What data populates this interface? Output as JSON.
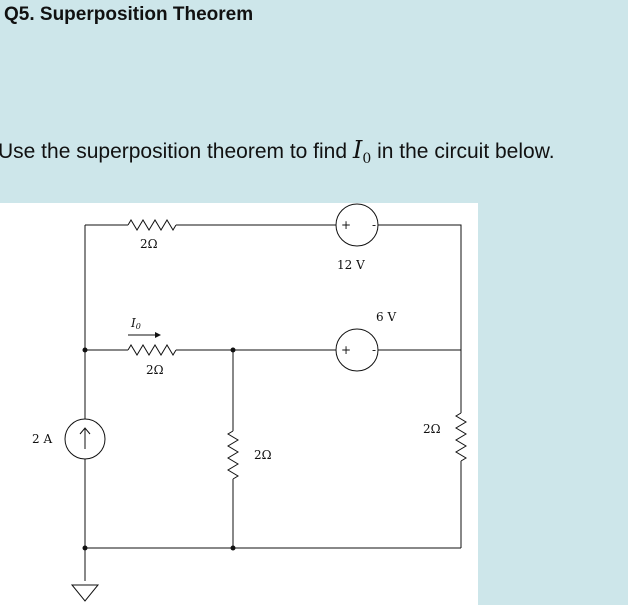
{
  "question": {
    "title": "Q5. Superposition Theorem",
    "prompt_before": "Use the superposition theorem to find ",
    "symbol": "I",
    "symbol_sub": "0",
    "prompt_after": " in the circuit below."
  },
  "circuit": {
    "labels": {
      "r_top": "2Ω",
      "v_top": "12 V",
      "current_label": "I",
      "current_sub": "0",
      "r_mid": "2Ω",
      "v_mid": "6 V",
      "current_source": "2 A",
      "r_center": "2Ω",
      "r_right": "2Ω"
    },
    "icons": {
      "voltage_source": "voltage-source-icon",
      "current_source": "current-source-icon",
      "ground": "ground-icon",
      "resistor": "resistor-icon"
    }
  }
}
